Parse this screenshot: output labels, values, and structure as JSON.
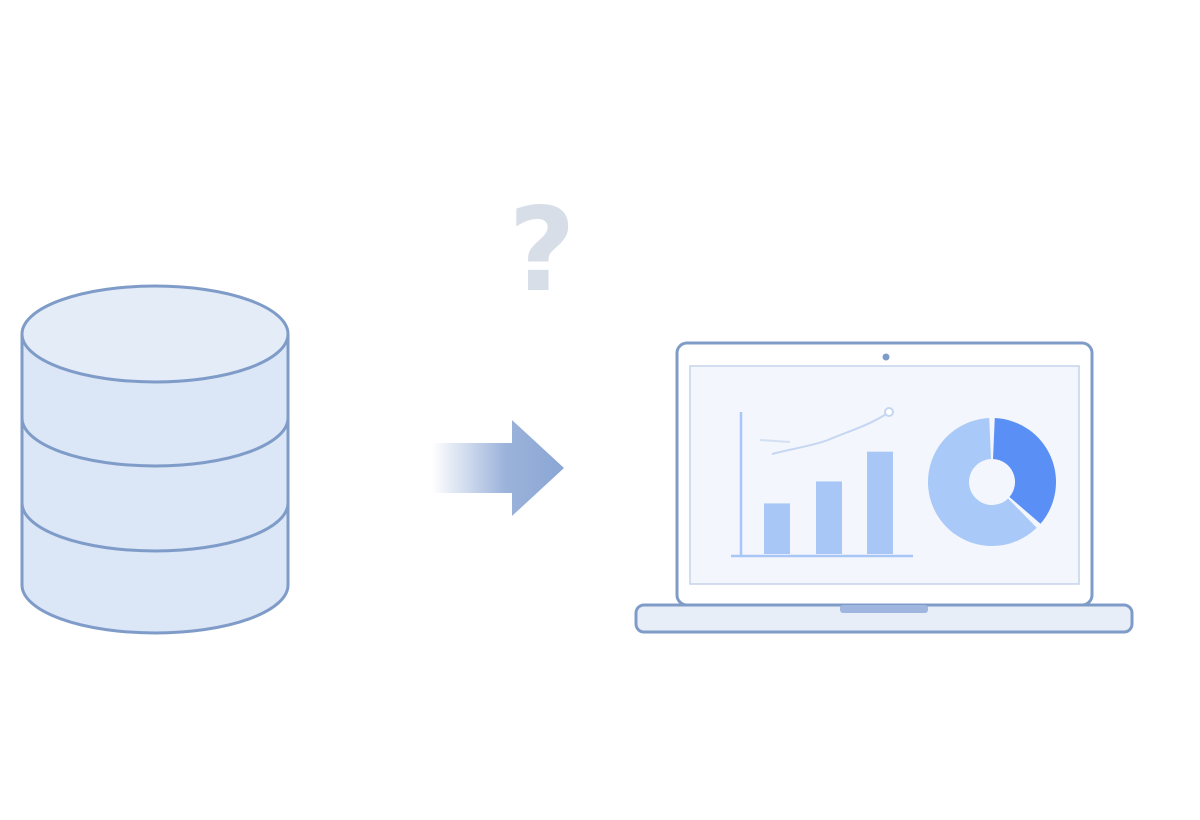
{
  "question_mark": "?",
  "colors": {
    "background": "#ffffff",
    "outline": "#7f9cc9",
    "fill_light": "#dbe6f6",
    "screen_bg": "#f3f6fc",
    "bar_fill": "#a8c7f7",
    "donut_light": "#a9c9f8",
    "donut_dark": "#5a8ff5",
    "arrow": "#8aa6d4",
    "question": "#d7dee8"
  },
  "icons": {
    "database": "database-icon",
    "arrow": "arrow-right-icon",
    "question": "question-mark-icon",
    "laptop": "laptop-icon"
  },
  "dashboard": {
    "bar_levels": [
      0.46,
      0.66,
      0.93
    ],
    "donut_dark_share": 0.37
  }
}
